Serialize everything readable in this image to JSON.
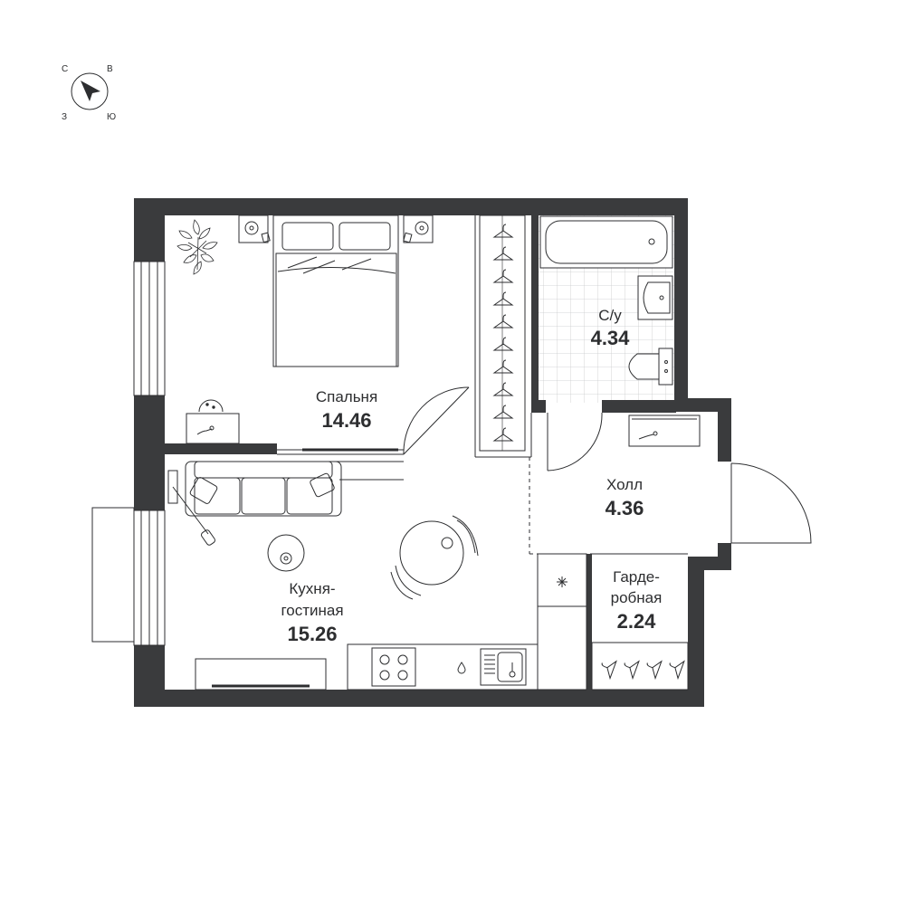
{
  "compass": {
    "n": "С",
    "e": "В",
    "w": "З",
    "s": "Ю"
  },
  "rooms": {
    "bedroom": {
      "name": "Спальня",
      "area": "14.46"
    },
    "bathroom": {
      "name": "С/у",
      "area": "4.34"
    },
    "hall": {
      "name": "Холл",
      "area": "4.36"
    },
    "wardrobe": {
      "name_line1": "Гарде-",
      "name_line2": "робная",
      "area": "2.24"
    },
    "kitchen": {
      "name_line1": "Кухня-",
      "name_line2": "гостиная",
      "area": "15.26"
    }
  },
  "colors": {
    "wall": "#3a3b3d",
    "line": "#2d2e30",
    "background": "#ffffff"
  }
}
